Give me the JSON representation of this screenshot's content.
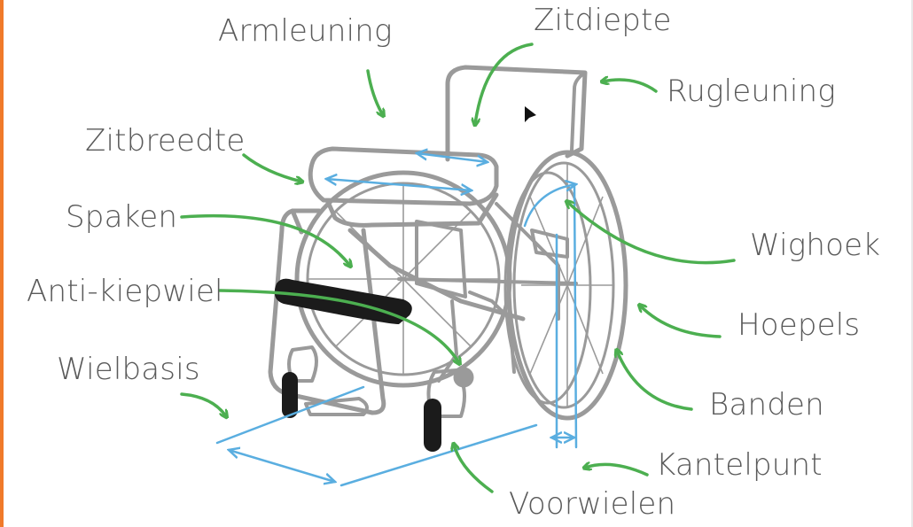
{
  "colors": {
    "frame": "#9a9a9a",
    "arrow": "#4caf50",
    "measure": "#5aaee0",
    "accent": "#f07a2a",
    "tire": "#1b1b1b",
    "text": "#5a5a5a"
  },
  "labels": {
    "armleuning": "Armleuning",
    "zitdiepte": "Zitdiepte",
    "rugleuning": "Rugleuning",
    "zitbreedte": "Zitbreedte",
    "spaken": "Spaken",
    "anti_kiepwiel": "Anti-kiepwiel",
    "wielbasis": "Wielbasis",
    "wighoek": "Wighoek",
    "hoepels": "Hoepels",
    "banden": "Banden",
    "kantelpunt": "Kantelpunt",
    "voorwielen": "Voorwielen"
  },
  "icons": {
    "cursor": "mouse-cursor-icon"
  }
}
